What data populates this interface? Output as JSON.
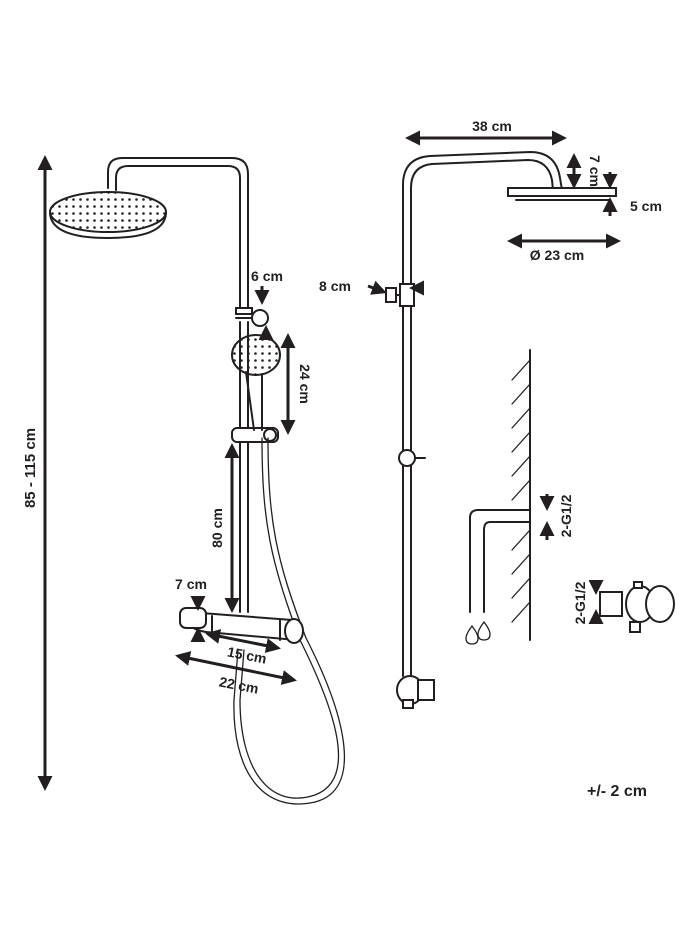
{
  "labels": {
    "height_range": "85 - 115 cm",
    "head_width": "38 cm",
    "head_drop": "7 cm",
    "head_thickness": "5 cm",
    "head_diameter": "Ø 23 cm",
    "rail_offset": "8 cm",
    "holder_size": "6 cm",
    "handshower_length": "24 cm",
    "valve_to_slider": "80 cm",
    "valve_height": "7 cm",
    "valve_spacing": "15 cm",
    "valve_width": "22 cm",
    "wall_thread": "2-G1/2",
    "valve_thread": "2-G1/2",
    "tolerance": "+/- 2 cm"
  },
  "icons": [
    "arrow-icon",
    "water-drop-icon",
    "hatch-wall-icon"
  ]
}
